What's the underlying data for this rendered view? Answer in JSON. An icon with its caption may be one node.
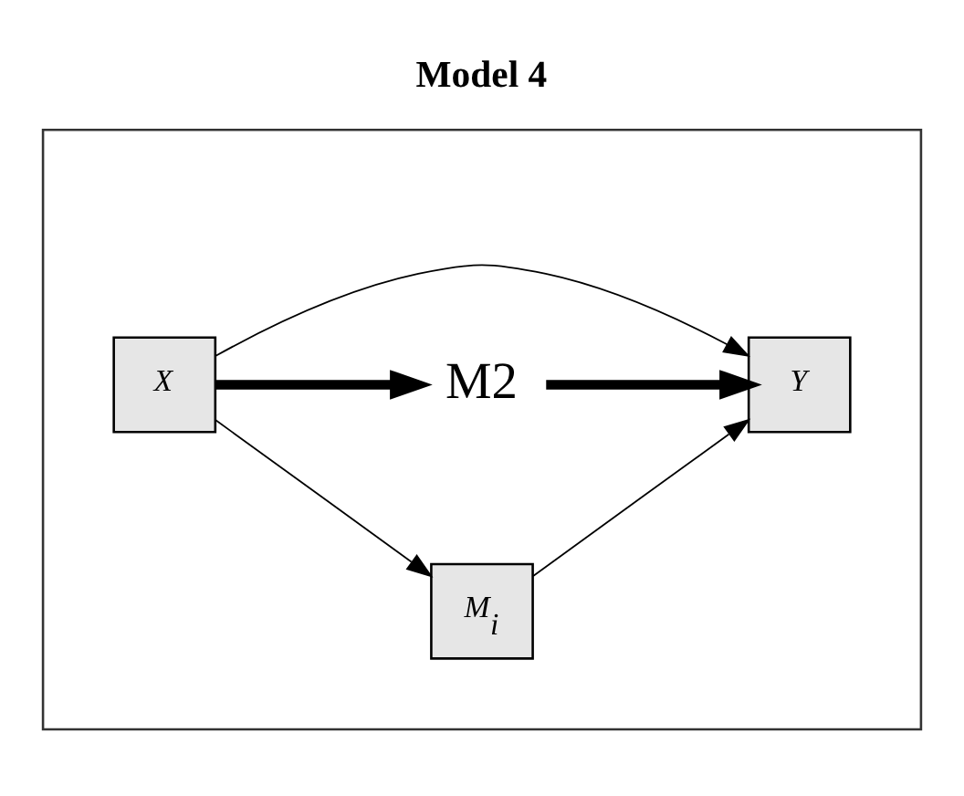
{
  "diagram": {
    "title": "Model 4",
    "nodes": [
      {
        "text": [],
        "shape": "box"
      },
      {
        "text": [
          "M$_{i}$"
        ],
        "in": 0
      },
      {
        "text": [
          "X"
        ],
        "in": 0
      },
      {
        "text": [
          "Y"
        ],
        "in": 0
      },
      {
        "text": [
          "M2"
        ],
        "in": 0
      }
    ],
    "edges": [
      {
        "from": 2,
        "to": 1,
        "arrow": "to"
      },
      {
        "from": 1,
        "to": 3,
        "arrow": "to"
      },
      {
        "from": 2,
        "to": 3,
        "arrow": "to"
      },
      {
        "from": 2,
        "to": 4,
        "arrow": "to",
        "style": "thick"
      },
      {
        "from": 4,
        "to": 3,
        "arrow": "to",
        "style": "thick"
      }
    ]
  }
}
